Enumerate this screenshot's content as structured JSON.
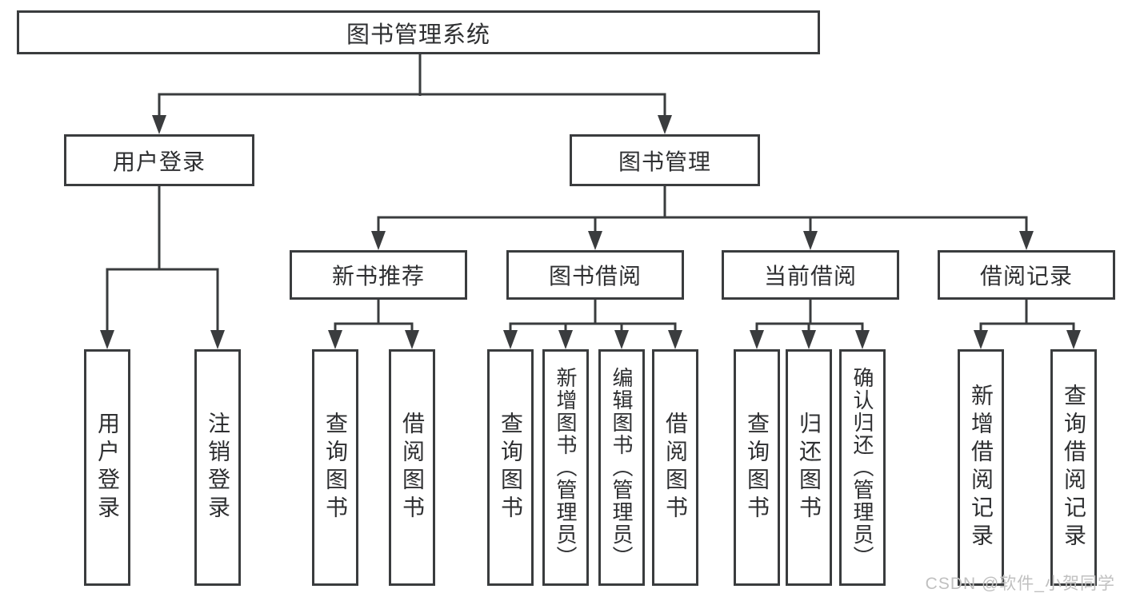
{
  "tree": {
    "root": {
      "label": "图书管理系统",
      "children": [
        {
          "label": "用户登录",
          "children": [
            {
              "label": "用户登录"
            },
            {
              "label": "注销登录"
            }
          ]
        },
        {
          "label": "图书管理",
          "children": [
            {
              "label": "新书推荐",
              "children": [
                {
                  "label": "查询图书"
                },
                {
                  "label": "借阅图书"
                }
              ]
            },
            {
              "label": "图书借阅",
              "children": [
                {
                  "label": "查询图书"
                },
                {
                  "label": "新增图书（管理员）"
                },
                {
                  "label": "编辑图书（管理员）"
                },
                {
                  "label": "借阅图书"
                }
              ]
            },
            {
              "label": "当前借阅",
              "children": [
                {
                  "label": "查询图书"
                },
                {
                  "label": "归还图书"
                },
                {
                  "label": "确认归还（管理员）"
                }
              ]
            },
            {
              "label": "借阅记录",
              "children": [
                {
                  "label": "新增借阅记录"
                },
                {
                  "label": "查询借阅记录"
                }
              ]
            }
          ]
        }
      ]
    }
  },
  "watermark": {
    "text": "CSDN @软件_小贺同学"
  },
  "colors": {
    "line": "#3a3c3e",
    "box_border": "#3a3c3e",
    "text": "#2e2f31",
    "watermark": "#c0c0c0",
    "background": "#ffffff"
  }
}
